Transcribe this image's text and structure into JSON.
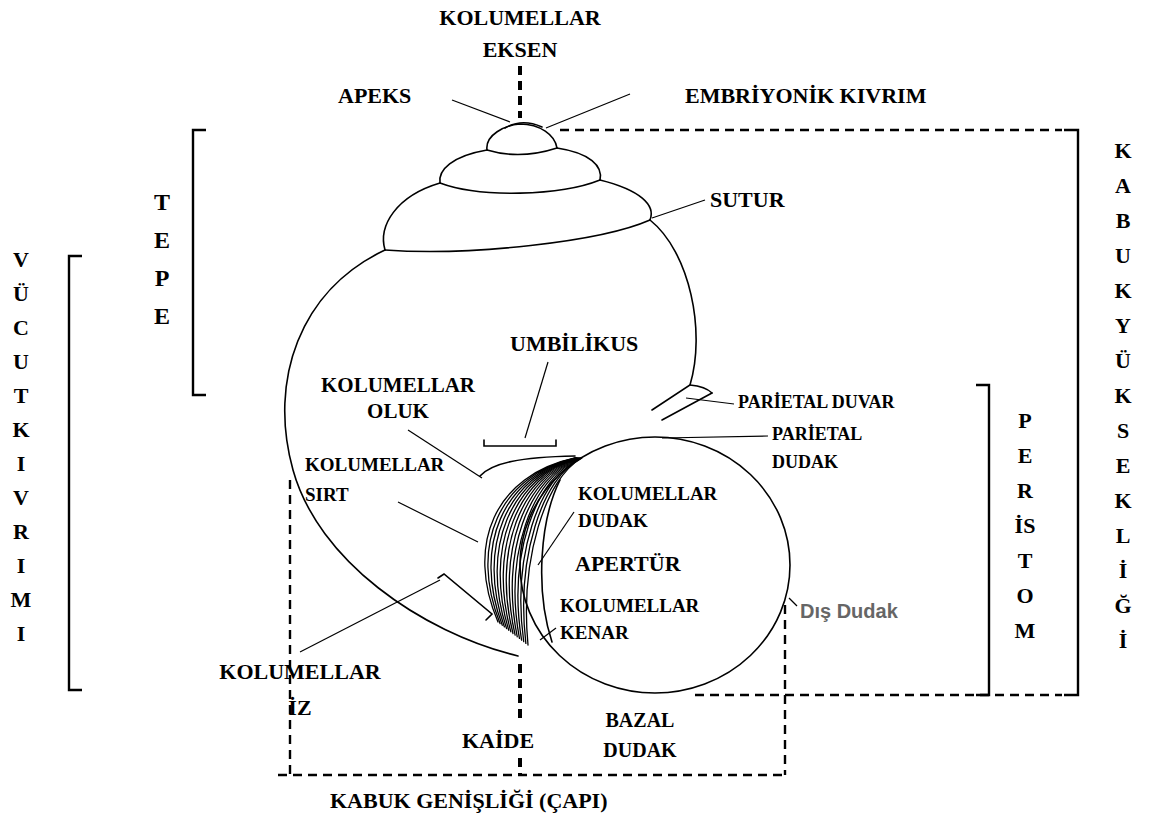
{
  "diagram": {
    "labels": [
      "KOLUMELLAR EKSEN",
      "APEKS",
      "EMBRİYONİK KIVRIM",
      "SUTUR",
      "TEPE",
      "UMBİLİKUS",
      "KOLUMELLAR OLUK",
      "PARİETAL DUVAR",
      "PARİETAL DUDAK",
      "KOLUMELLAR SIRT",
      "KOLUMELLAR DUDAK",
      "APERTÜR",
      "KOLUMELLAR KENAR",
      "Dış Dudak",
      "VÜCUT KIVRIMI",
      "KABUK YÜKSEKLİĞİ",
      "PERİSTOM",
      "KOLUMELLAR İZ",
      "KAİDE",
      "BAZAL DUDAK",
      "KABUK GENİŞLİĞİ (ÇAPI)"
    ]
  }
}
